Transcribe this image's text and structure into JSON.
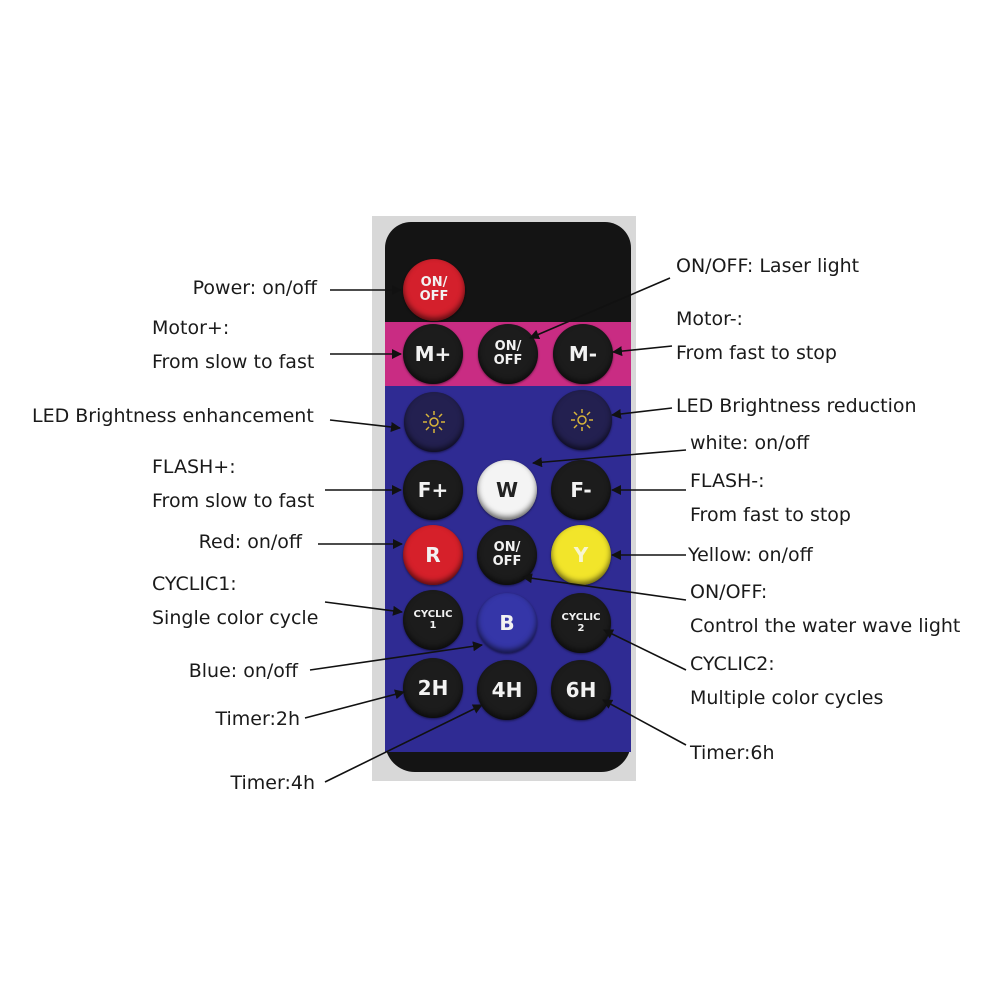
{
  "remote": {
    "buttons": {
      "power": {
        "line1": "ON/",
        "line2": "OFF",
        "color": "#d4202c"
      },
      "motor_plus": {
        "label": "M+"
      },
      "laser": {
        "line1": "ON/",
        "line2": "OFF"
      },
      "motor_minus": {
        "label": "M-"
      },
      "bright_up": {
        "icon": "sun-icon"
      },
      "bright_down": {
        "icon": "sun-icon"
      },
      "flash_plus": {
        "label": "F+"
      },
      "white": {
        "label": "W",
        "color": "#f4f4f4"
      },
      "flash_minus": {
        "label": "F-"
      },
      "red": {
        "label": "R",
        "color": "#d6202a"
      },
      "wave": {
        "line1": "ON/",
        "line2": "OFF"
      },
      "yellow": {
        "label": "Y",
        "color": "#f2e52a"
      },
      "cyclic1": {
        "line1": "CYCLIC",
        "line2": "1"
      },
      "blue": {
        "label": "B",
        "color": "#3536a8"
      },
      "cyclic2": {
        "line1": "CYCLIC",
        "line2": "2"
      },
      "timer2": {
        "label": "2H"
      },
      "timer4": {
        "label": "4H"
      },
      "timer6": {
        "label": "6H"
      }
    },
    "colors": {
      "body": "#141414",
      "pink_band": "#c92c83",
      "blue_panel": "#2f2b93"
    }
  },
  "labels": {
    "power": "Power: on/off",
    "motor_plus_1": "Motor+:",
    "motor_plus_2": "From slow to fast",
    "brightness_up": "LED Brightness enhancement",
    "flash_plus_1": "FLASH+:",
    "flash_plus_2": "From slow to fast",
    "red": "Red: on/off",
    "cyclic1_1": "CYCLIC1:",
    "cyclic1_2": "Single color cycle",
    "blue": "Blue: on/off",
    "timer2": "Timer:2h",
    "timer4": "Timer:4h",
    "laser": "ON/OFF:  Laser light",
    "motor_minus_1": "Motor-:",
    "motor_minus_2": "From fast to stop",
    "brightness_down": "LED Brightness reduction",
    "white": "white: on/off",
    "flash_minus_1": "FLASH-:",
    "flash_minus_2": "From fast to stop",
    "yellow": "Yellow: on/off",
    "wave_1": "ON/OFF:",
    "wave_2": "Control the water wave light",
    "cyclic2_1": "CYCLIC2:",
    "cyclic2_2": "Multiple color cycles",
    "timer6": "Timer:6h"
  }
}
